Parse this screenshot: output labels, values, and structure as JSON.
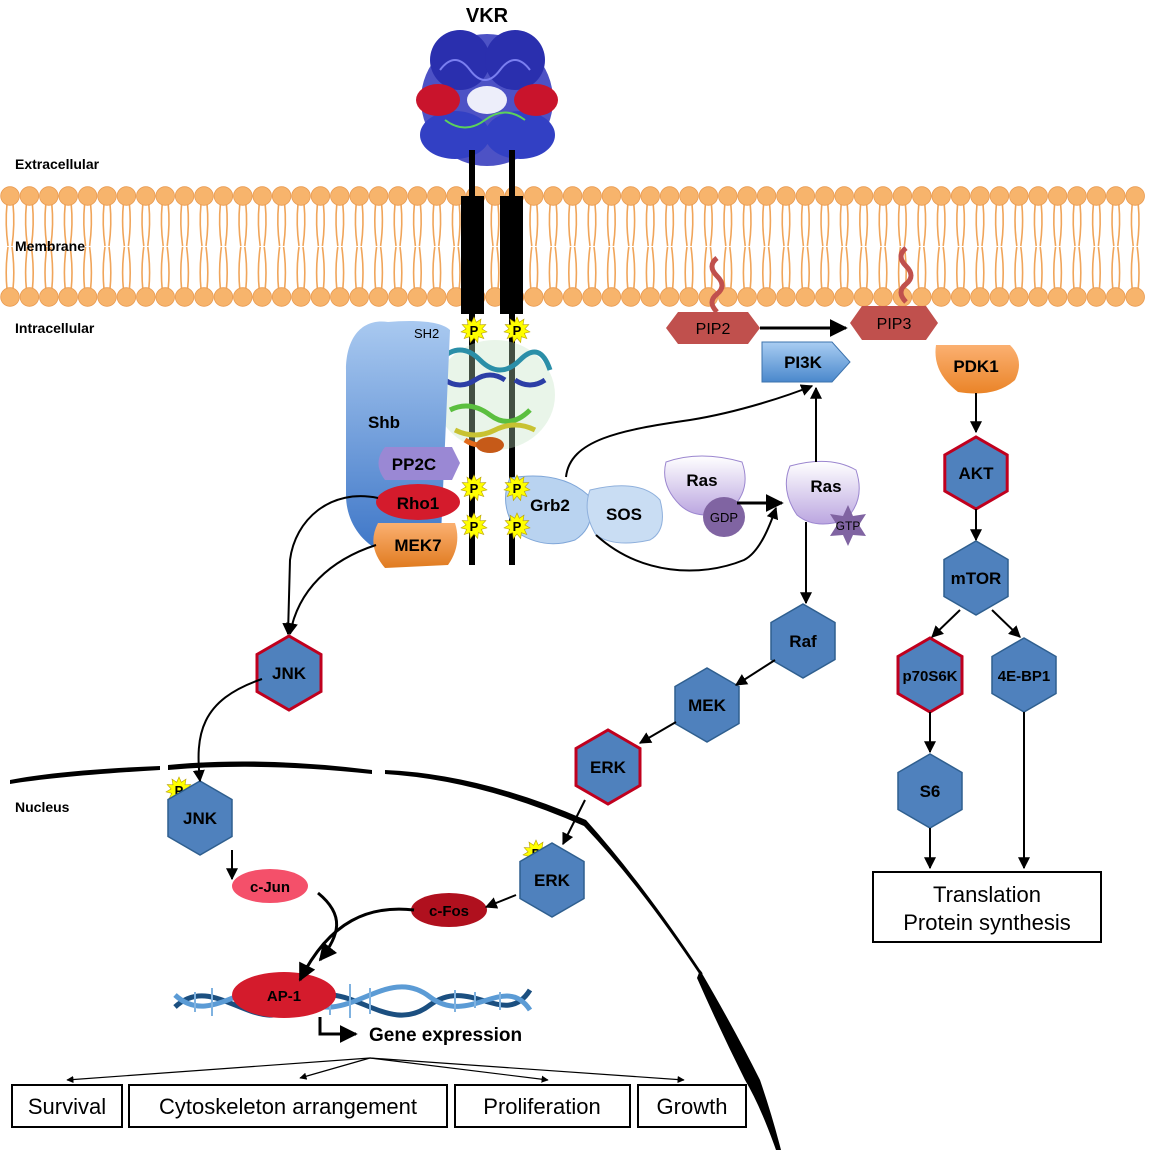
{
  "receptor": "VKR",
  "regions": {
    "extracellular": "Extracellular",
    "membrane": "Membrane",
    "intracellular": "Intracellular",
    "nucleus": "Nucleus"
  },
  "phospho": "P",
  "proteins": {
    "sh2": "SH2",
    "shb": "Shb",
    "pp2c": "PP2C",
    "rho1": "Rho1",
    "mek7": "MEK7",
    "grb2": "Grb2",
    "sos": "SOS",
    "ras_gdp": "Ras",
    "gdp": "GDP",
    "ras_gtp": "Ras",
    "gtp": "GTP",
    "pip2": "PIP2",
    "pip3": "PIP3",
    "pi3k": "PI3K",
    "pdk1": "PDK1",
    "akt": "AKT",
    "mtor": "mTOR",
    "p70s6k": "p70S6K",
    "eif4ebp1": "4E-BP1",
    "s6": "S6",
    "raf": "Raf",
    "mek": "MEK",
    "erk": "ERK",
    "erk_nuc": "ERK",
    "jnk": "JNK",
    "jnk_nuc": "JNK",
    "cjun": "c-Jun",
    "cfos": "c-Fos",
    "ap1": "AP-1"
  },
  "gene_expression": "Gene expression",
  "translation_box": {
    "line1": "Translation",
    "line2": "Protein synthesis"
  },
  "outcomes": [
    "Survival",
    "Cytoskeleton arrangement",
    "Proliferation",
    "Growth"
  ],
  "colors": {
    "lipid_head": "#f7b46c",
    "hex_fill": "#4f81bd",
    "hex_stroke_default": "#2f5f8f",
    "hex_stroke_highlight": "#c0001e",
    "shb": "#6a9fdc",
    "pp2c": "#9a88d4",
    "rho1": "#d41b2c",
    "mek7": "#f79646",
    "grb2": "#b9d3f0",
    "ras": "#c9b6e8",
    "gdp": "#8064a2",
    "pip": "#c0504d",
    "pi3k": "#5b9bd5",
    "cjun": "#f4506a",
    "cfos": "#b0101e",
    "p_star": "#ffff00"
  }
}
